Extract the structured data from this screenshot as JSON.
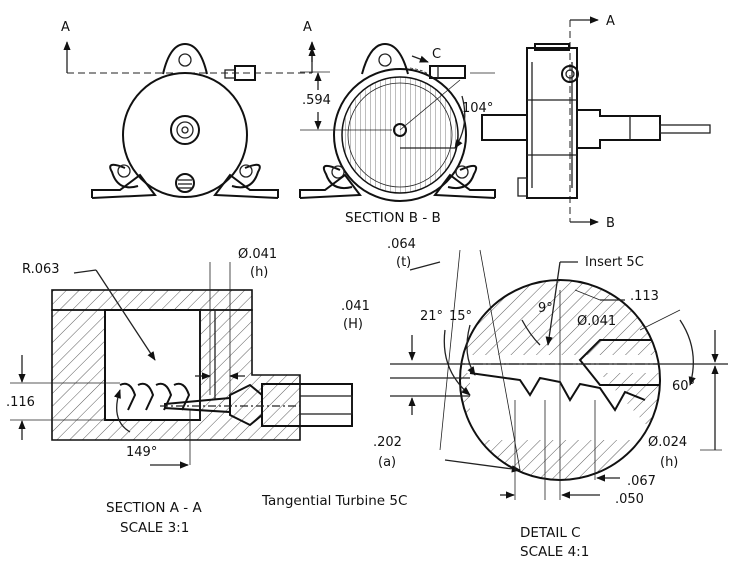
{
  "views": {
    "section_ab_marker": "A",
    "section_bb_marker": "B",
    "detail_marker": "C",
    "section_b_title": "SECTION B - B",
    "section_a_title": "SECTION A - A",
    "section_a_scale": "SCALE 3:1",
    "detail_title": "DETAIL C",
    "detail_scale": "SCALE 4:1",
    "caption": "Tangential Turbine 5C"
  },
  "dims": {
    "d594": ".594",
    "a104": "104°",
    "r063": "R.063",
    "d041h": "Ø.041",
    "d041h_sub": "(h)",
    "d116": ".116",
    "a149": "149°",
    "d064": ".064",
    "d064_sub": "(t)",
    "insert": "Insert 5C",
    "d041H": ".041",
    "d041H_sub": "(H)",
    "a21": "21°",
    "a15": "15°",
    "a9": "9°",
    "d113": ".113",
    "d041b": "Ø.041",
    "a60": "60°",
    "d024": "Ø.024",
    "d024_sub": "(h)",
    "d202": ".202",
    "d202_sub": "(a)",
    "d067": ".067",
    "d050": ".050"
  }
}
